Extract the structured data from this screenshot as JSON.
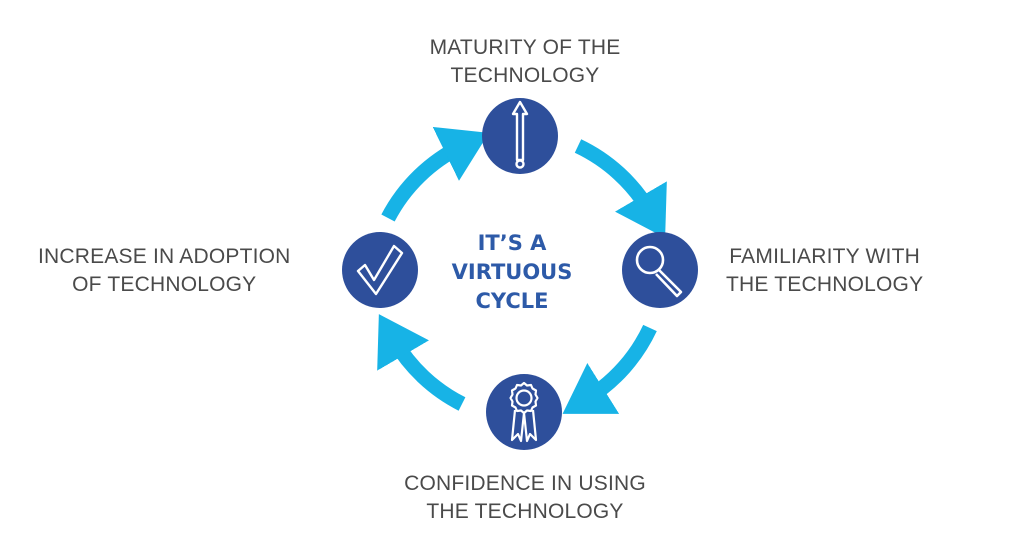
{
  "colors": {
    "node_fill": "#2e4f9b",
    "arrow": "#17b3e6",
    "center_text": "#2d5aa8",
    "label_text": "#4a4a4a"
  },
  "center": {
    "line1": "IT’S A",
    "line2": "VIRTUOUS",
    "line3": "CYCLE"
  },
  "nodes": {
    "top": {
      "icon": "pin-icon",
      "line1": "MATURITY OF THE",
      "line2": "TECHNOLOGY"
    },
    "right": {
      "icon": "magnifier-icon",
      "line1": "FAMILIARITY WITH",
      "line2": "THE TECHNOLOGY"
    },
    "bottom": {
      "icon": "award-ribbon-icon",
      "line1": "CONFIDENCE IN USING",
      "line2": "THE TECHNOLOGY"
    },
    "left": {
      "icon": "checkmark-icon",
      "line1": "INCREASE IN ADOPTION",
      "line2": "OF TECHNOLOGY"
    }
  }
}
